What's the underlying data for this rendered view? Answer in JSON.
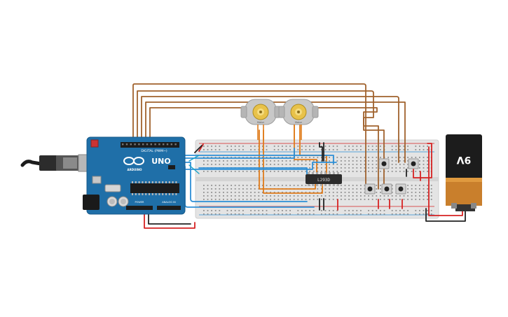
{
  "circuit": {
    "arduino": {
      "logo_text": "UNO",
      "brand_text": "ARDUINO",
      "digital_header_text": "DIGITAL (PWM~)",
      "power_header_text": "POWER",
      "analog_header_text": "ANALOG IN",
      "board_color": "#1f6fa8"
    },
    "battery": {
      "label": "9V",
      "top_color": "#1c1c1c",
      "bottom_color": "#c97f2c"
    },
    "driver_ic": {
      "label": "L293D"
    },
    "motors": [
      {
        "label": "Motor"
      },
      {
        "label": "Motor"
      }
    ],
    "buttons_count": 5,
    "wire_colors": {
      "brown": "#a0622d",
      "orange": "#e07b1a",
      "blue": "#2d8fd6",
      "red": "#d62222",
      "black": "#222222",
      "teal": "#1aa3c8"
    }
  }
}
